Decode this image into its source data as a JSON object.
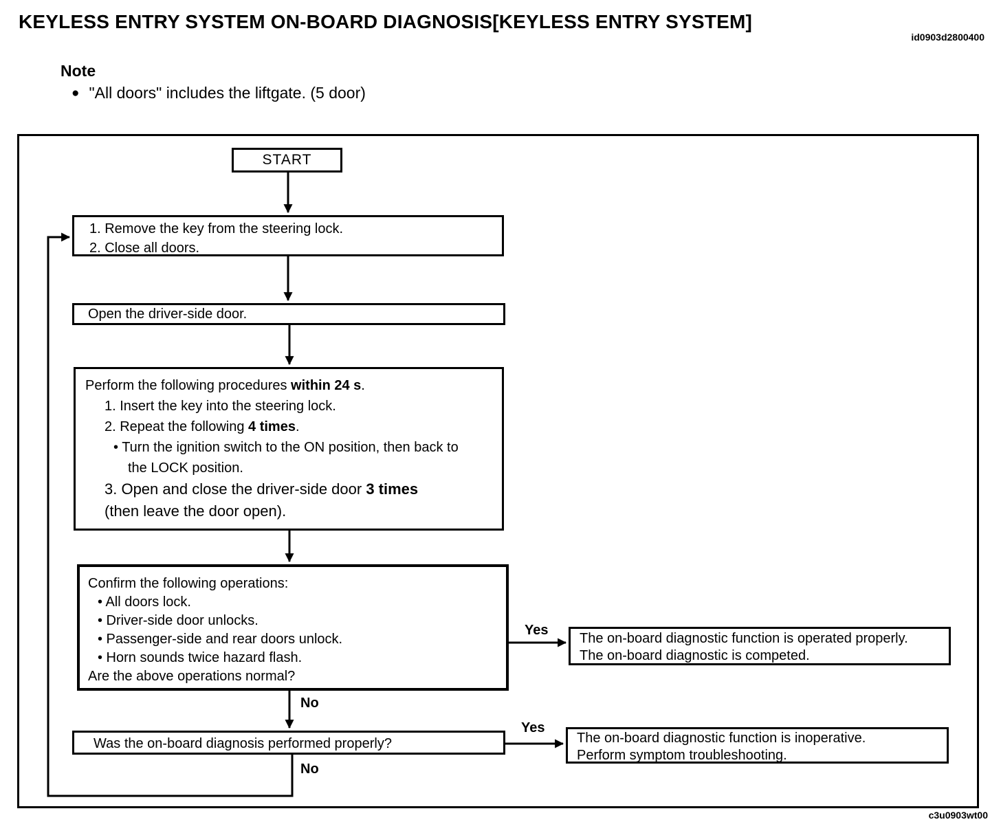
{
  "header": {
    "title": "KEYLESS ENTRY SYSTEM ON-BOARD DIAGNOSIS[KEYLESS ENTRY SYSTEM]",
    "doc_id": "id0903d2800400"
  },
  "note": {
    "heading": "Note",
    "bullet_glyph": "●",
    "bullet_text": "\"All doors\" includes the liftgate. (5 door)"
  },
  "colors": {
    "ink": "#000000",
    "paper": "#ffffff"
  },
  "flowchart": {
    "start_label": "START",
    "labels": {
      "yes_top": "Yes",
      "no_top": "No",
      "yes_bottom": "Yes",
      "no_bottom": "No"
    },
    "boxes": {
      "remove_key": {
        "lines": [
          {
            "indent": 0,
            "segments": [
              {
                "text": "1. Remove the key from the steering lock.",
                "bold": false
              }
            ]
          },
          {
            "indent": 0,
            "segments": [
              {
                "text": "2. Close all doors.",
                "bold": false
              }
            ]
          }
        ]
      },
      "open_door": {
        "lines": [
          {
            "indent": 0,
            "segments": [
              {
                "text": "Open the driver-side door.",
                "bold": false
              }
            ]
          }
        ]
      },
      "perform": {
        "lines": [
          {
            "indent": 0,
            "segments": [
              {
                "text": "Perform the following procedures ",
                "bold": false
              },
              {
                "text": "within 24 s",
                "bold": true
              },
              {
                "text": ".",
                "bold": false
              }
            ]
          },
          {
            "indent": 1,
            "segments": [
              {
                "text": "1. Insert the key into the steering lock.",
                "bold": false
              }
            ]
          },
          {
            "indent": 1,
            "segments": [
              {
                "text": "2. Repeat the following ",
                "bold": false
              },
              {
                "text": "4 times",
                "bold": true
              },
              {
                "text": ".",
                "bold": false
              }
            ]
          },
          {
            "indent": 2,
            "segments": [
              {
                "text": "• Turn the ignition switch to the ON position, then back to",
                "bold": false
              }
            ]
          },
          {
            "indent": 3,
            "segments": [
              {
                "text": "the LOCK position.",
                "bold": false
              }
            ]
          },
          {
            "indent": 1,
            "size": "large",
            "segments": [
              {
                "text": "3. Open and close the driver-side door ",
                "bold": false
              },
              {
                "text": "3 times",
                "bold": true
              }
            ]
          },
          {
            "indent": 1,
            "size": "large",
            "segments": [
              {
                "text": "(then leave the door open).",
                "bold": false
              }
            ]
          }
        ]
      },
      "confirm": {
        "lines": [
          {
            "indent": 0,
            "segments": [
              {
                "text": "Confirm the following operations:",
                "bold": false
              }
            ]
          },
          {
            "indent": 1,
            "segments": [
              {
                "text": "• All doors lock.",
                "bold": false
              }
            ]
          },
          {
            "indent": 1,
            "segments": [
              {
                "text": "• Driver-side door unlocks.",
                "bold": false
              }
            ]
          },
          {
            "indent": 1,
            "segments": [
              {
                "text": "• Passenger-side and rear doors unlock.",
                "bold": false
              }
            ]
          },
          {
            "indent": 1,
            "segments": [
              {
                "text": "• Horn sounds twice hazard flash.",
                "bold": false
              }
            ]
          },
          {
            "indent": 0,
            "segments": [
              {
                "text": "Are the above operations normal?",
                "bold": false
              }
            ]
          }
        ]
      },
      "was_performed": {
        "lines": [
          {
            "indent": 0,
            "segments": [
              {
                "text": "Was the on-board diagnosis performed properly?",
                "bold": false
              }
            ]
          }
        ]
      },
      "result_ok": {
        "lines": [
          {
            "indent": 0,
            "segments": [
              {
                "text": "The on-board diagnostic function is operated properly.",
                "bold": false
              }
            ]
          },
          {
            "indent": 0,
            "segments": [
              {
                "text": "The on-board diagnostic is competed.",
                "bold": false
              }
            ]
          }
        ]
      },
      "result_bad": {
        "lines": [
          {
            "indent": 0,
            "segments": [
              {
                "text": "The on-board diagnostic function is inoperative.",
                "bold": false
              }
            ]
          },
          {
            "indent": 0,
            "segments": [
              {
                "text": "Perform symptom troubleshooting.",
                "bold": false
              }
            ]
          }
        ]
      }
    }
  },
  "footer": {
    "figure_code": "c3u0903wt00"
  }
}
